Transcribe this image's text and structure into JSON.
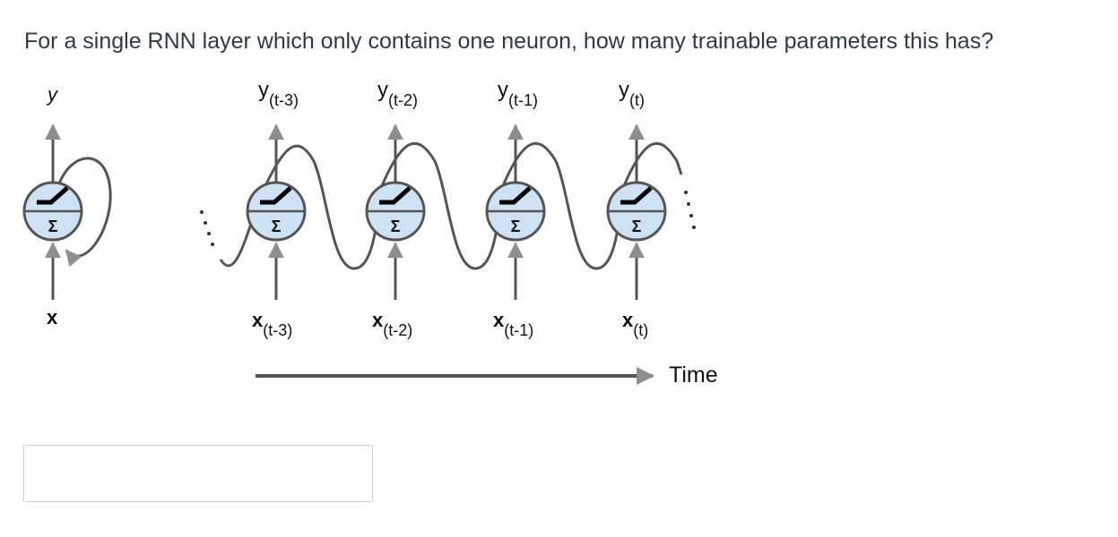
{
  "question": {
    "text": "For a single RNN layer which only contains one neuron, how many trainable parameters this has?"
  },
  "diagram": {
    "folded": {
      "output": "y",
      "input": "x"
    },
    "unrolled": [
      {
        "output_base": "y",
        "output_sub": "(t-3)",
        "input_base": "x",
        "input_sub": "(t-3)"
      },
      {
        "output_base": "y",
        "output_sub": "(t-2)",
        "input_base": "x",
        "input_sub": "(t-2)"
      },
      {
        "output_base": "y",
        "output_sub": "(t-1)",
        "input_base": "x",
        "input_sub": "(t-1)"
      },
      {
        "output_base": "y",
        "output_sub": "(t)",
        "input_base": "x",
        "input_sub": "(t)"
      }
    ],
    "sum_symbol": "Σ",
    "time_label": "Time"
  },
  "answer": {
    "value": "",
    "placeholder": ""
  },
  "colors": {
    "neuron_fill": "#cfe2f3",
    "line": "#555555",
    "arrow_head": "#8e8e8e",
    "question_text": "#2d3b45"
  }
}
